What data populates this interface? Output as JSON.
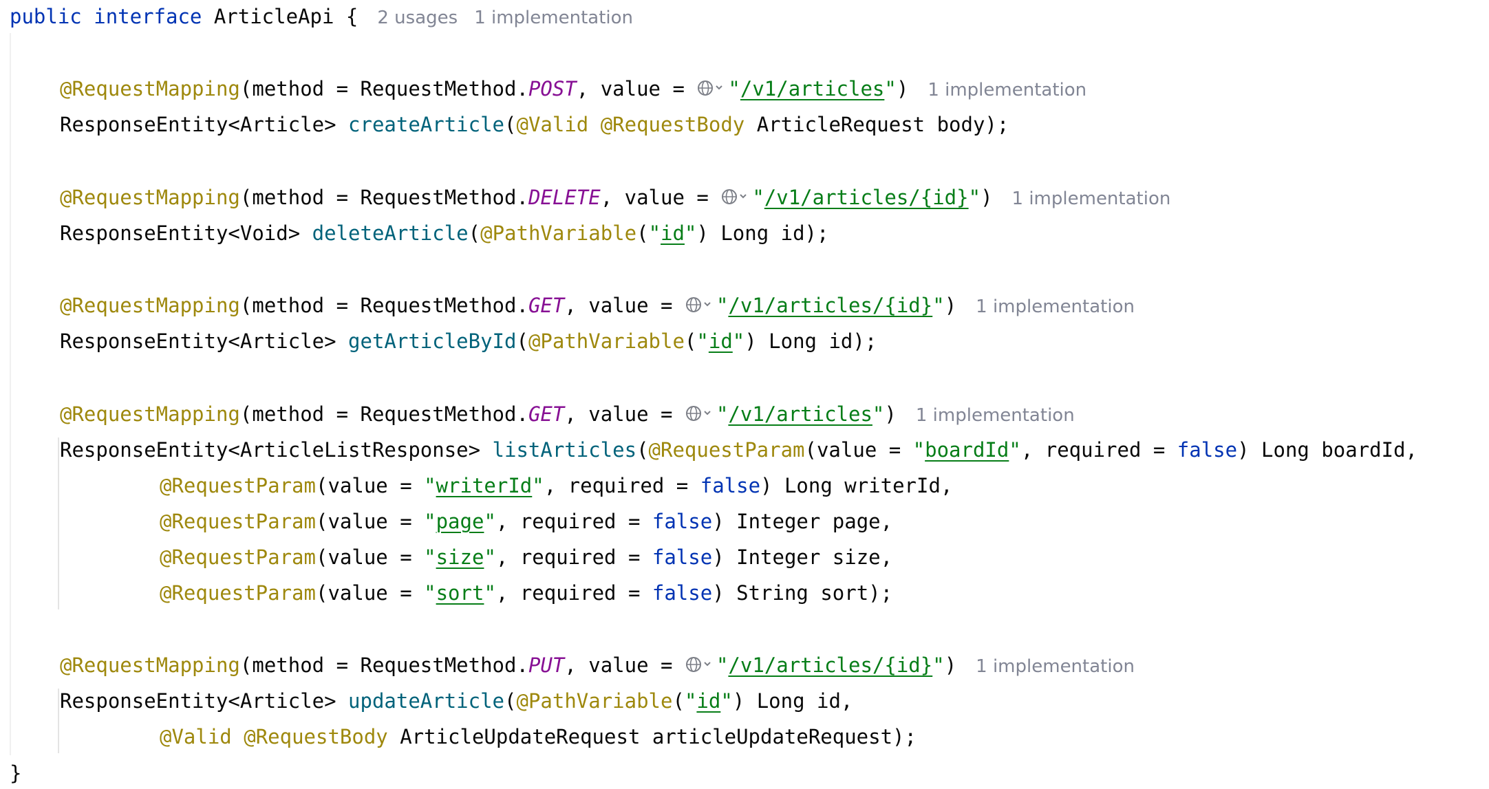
{
  "header": {
    "public": "public",
    "interface": "interface",
    "name": "ArticleApi",
    "brace": " {",
    "usages": "2 usages",
    "implementations": "1 implementation"
  },
  "common": {
    "request_mapping": "@RequestMapping",
    "method_open": "(method = RequestMethod.",
    "value_eq": ", value = ",
    "quote": "\"",
    "close_paren": ")",
    "hint_impl": "1 implementation",
    "request_param": "@RequestParam",
    "value_open": "(value = ",
    "required_eq": ", required = ",
    "false_kw": "false",
    "path_variable": "@PathVariable",
    "valid": "@Valid",
    "request_body": "@RequestBody",
    "id_literal": "id",
    "closing_brace": "}"
  },
  "endpoints": [
    {
      "http_method": "POST",
      "path": "/v1/articles",
      "return_type": "ResponseEntity<Article> ",
      "method_name": "createArticle",
      "params_tail": " ArticleRequest body);"
    },
    {
      "http_method": "DELETE",
      "path": "/v1/articles/{id}",
      "return_type": "ResponseEntity<Void> ",
      "method_name": "deleteArticle",
      "params_tail": ") Long id);"
    },
    {
      "http_method": "GET",
      "path": "/v1/articles/{id}",
      "return_type": "ResponseEntity<Article> ",
      "method_name": "getArticleById",
      "params_tail": ") Long id);"
    },
    {
      "http_method": "GET",
      "path": "/v1/articles",
      "return_type": "ResponseEntity<ArticleListResponse> ",
      "method_name": "listArticles",
      "params": [
        {
          "name": "boardId",
          "tail": ") Long boardId,"
        },
        {
          "name": "writerId",
          "tail": ") Long writerId,"
        },
        {
          "name": "page",
          "tail": ") Integer page,"
        },
        {
          "name": "size",
          "tail": ") Integer size,"
        },
        {
          "name": "sort",
          "tail": ") String sort);"
        }
      ]
    },
    {
      "http_method": "PUT",
      "path": "/v1/articles/{id}",
      "return_type": "ResponseEntity<Article> ",
      "method_name": "updateArticle",
      "params_tail": ") Long id,",
      "continuation_tail": " ArticleUpdateRequest articleUpdateRequest);"
    }
  ]
}
